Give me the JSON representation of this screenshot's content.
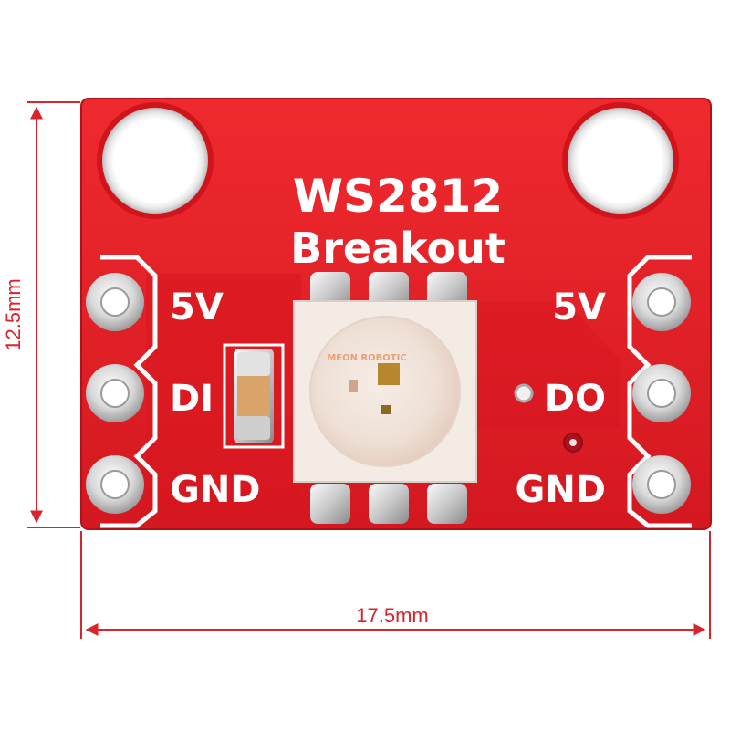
{
  "board": {
    "title_line1": "WS2812",
    "title_line2": "Breakout",
    "left_pins": [
      "5V",
      "DI",
      "GND"
    ],
    "right_pins": [
      "5V",
      "DO",
      "GND"
    ],
    "led_marking": "MEON ROBOTIC"
  },
  "dimensions": {
    "height": "12.5mm",
    "width": "17.5mm"
  },
  "colors": {
    "pcb": "#e31b23",
    "pcb_dark": "#c3111a",
    "silkscreen": "#ffffff",
    "dimension_line": "#d8242c"
  }
}
